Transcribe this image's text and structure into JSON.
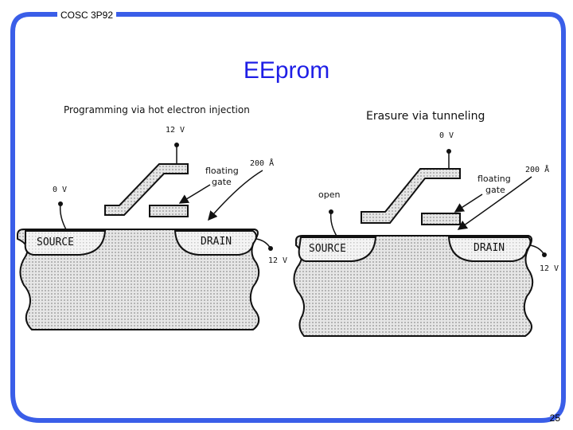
{
  "header": {
    "course": "COSC 3P92"
  },
  "slide": {
    "title": "EEprom",
    "page_number": "25"
  },
  "colors": {
    "border": "#3a5ee8",
    "title": "#1e1ee6",
    "substrate": "#d9d9d9"
  },
  "left_diagram": {
    "caption": "Programming via hot electron injection",
    "gate_voltage": "12 V",
    "source_voltage": "0 V",
    "drain_voltage": "12 V",
    "thickness": "200 Å",
    "floating_gate_line1": "floating",
    "floating_gate_line2": "gate",
    "source_label": "SOURCE",
    "drain_label": "DRAIN"
  },
  "right_diagram": {
    "caption": "Erasure via tunneling",
    "gate_voltage": "0 V",
    "source_voltage": "open",
    "drain_voltage": "12 V",
    "thickness": "200 Å",
    "floating_gate_line1": "floating",
    "floating_gate_line2": "gate",
    "source_label": "SOURCE",
    "drain_label": "DRAIN"
  }
}
